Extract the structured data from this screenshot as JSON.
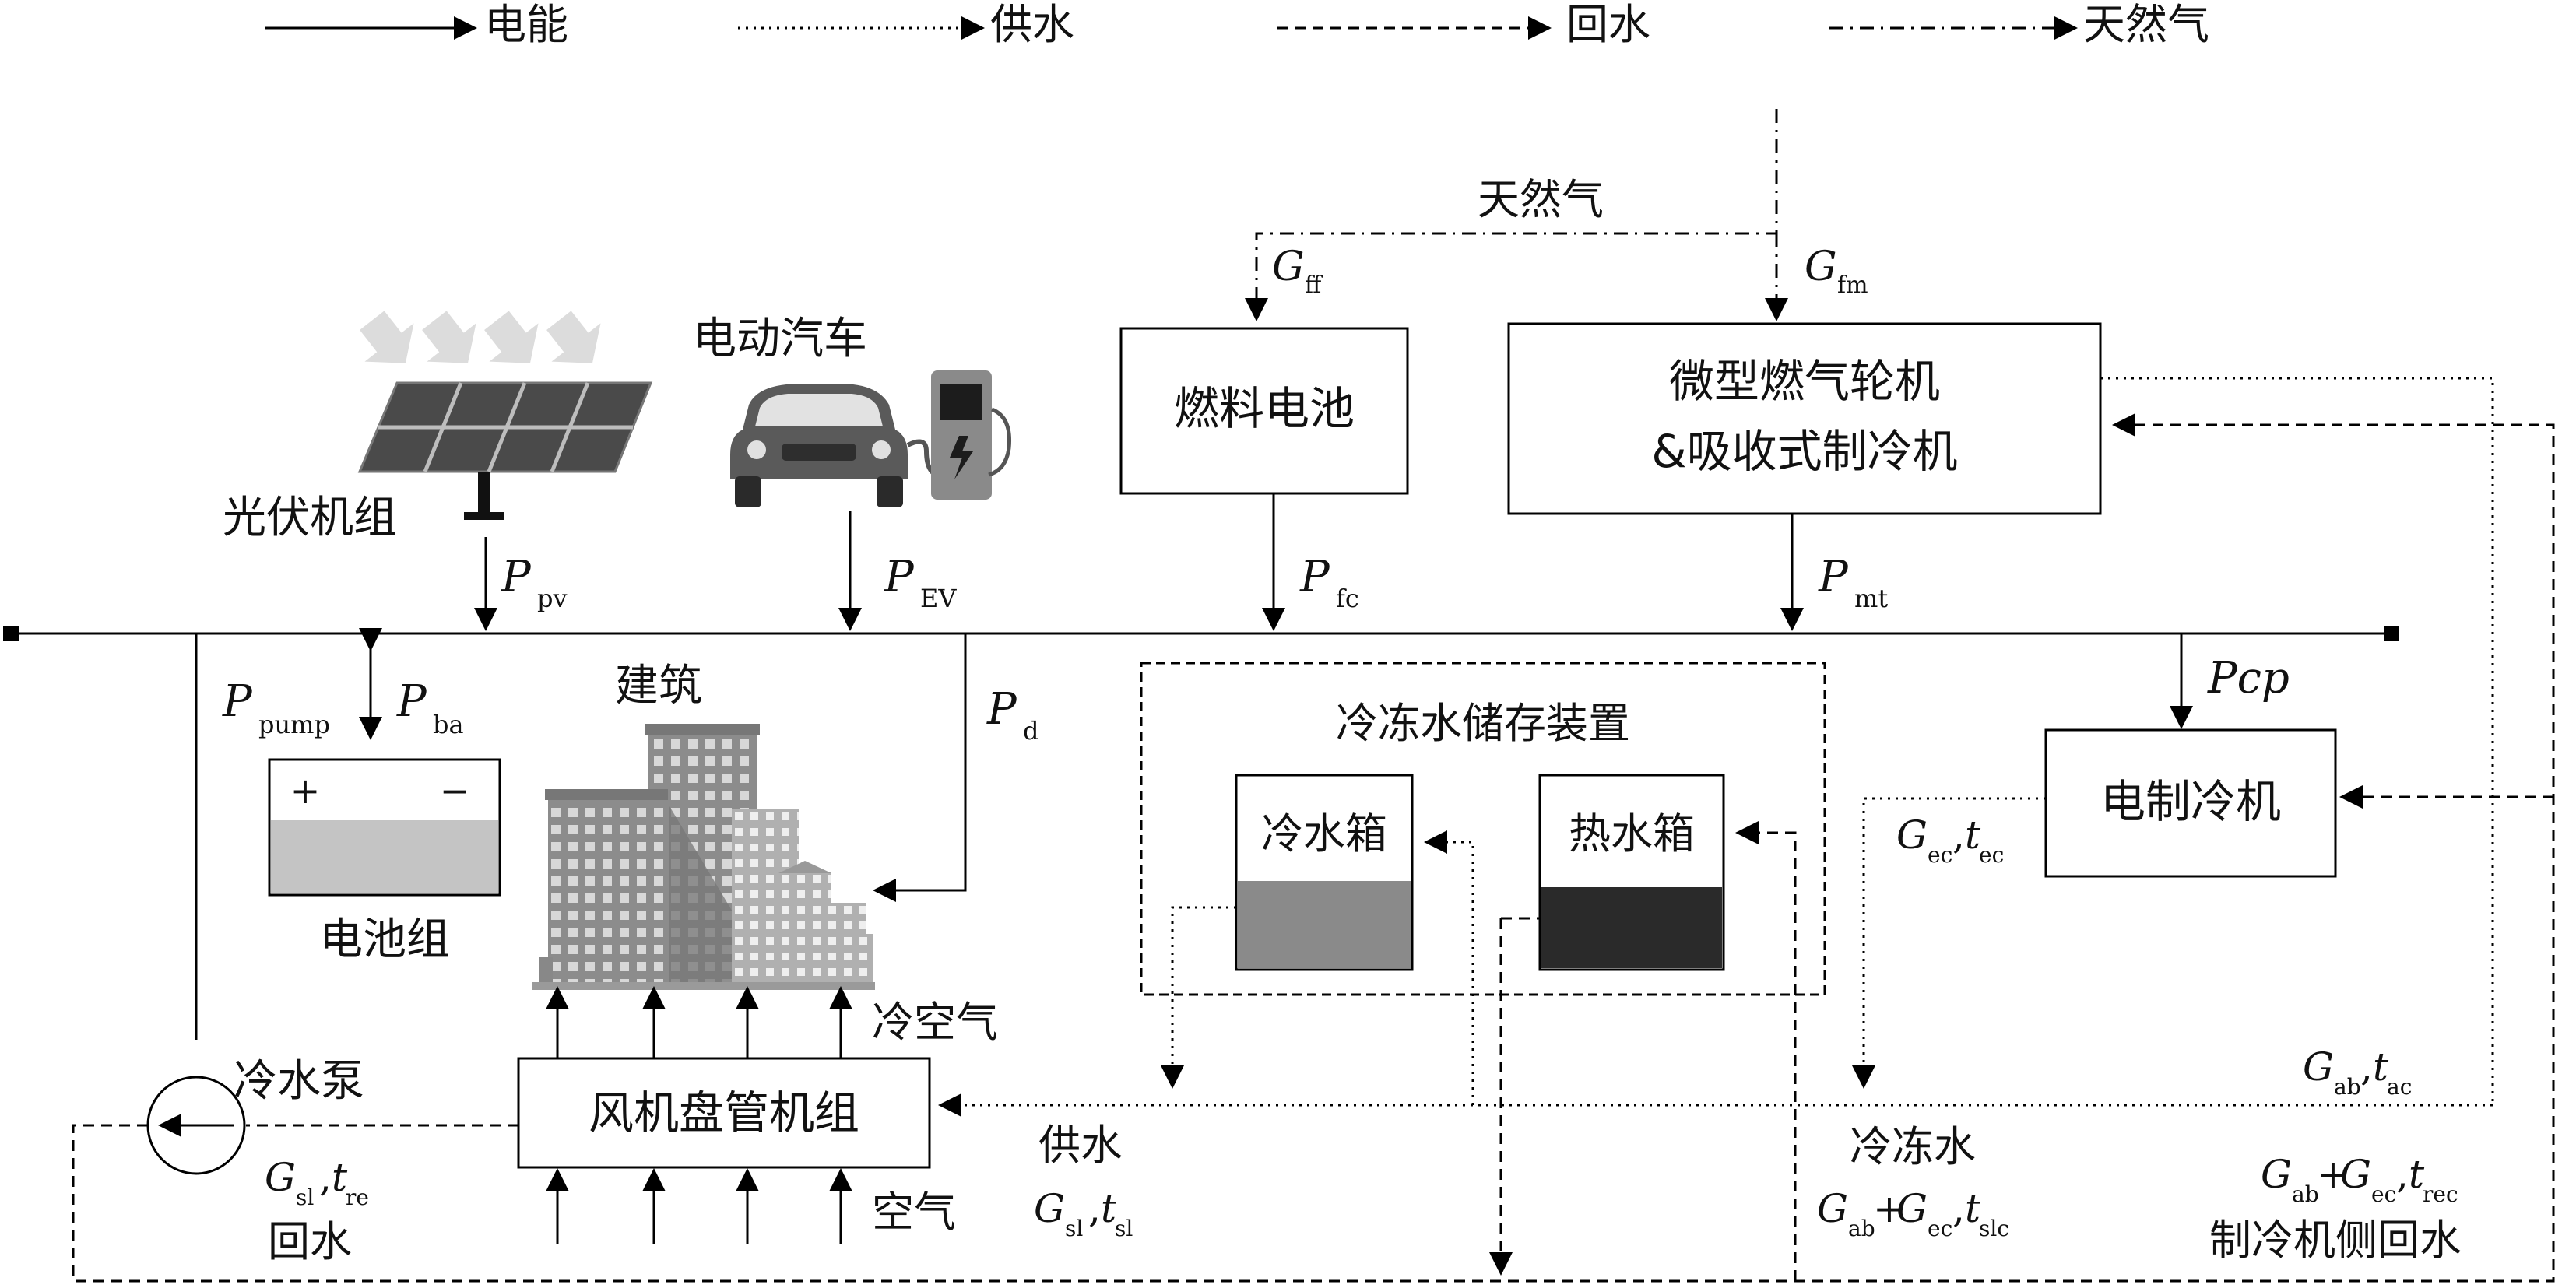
{
  "legend": {
    "electric": "电能",
    "supply_water": "供水",
    "return_water": "回水",
    "natural_gas": "天然气"
  },
  "gas_label": "天然气",
  "symbols": {
    "G": "G",
    "P": "P",
    "t": "t",
    "plus": "+",
    "comma": ",",
    "sub_ff": "ff",
    "sub_fm": "fm",
    "sub_pv": "pv",
    "sub_EV": "EV",
    "sub_fc": "fc",
    "sub_mt": "mt",
    "sub_pump": "pump",
    "sub_ba": "ba",
    "sub_d": "d",
    "sub_ec": "ec",
    "sub_ab": "ab",
    "sub_ac": "ac",
    "sub_rec": "rec",
    "sub_sl": "sl",
    "sub_re": "re",
    "sub_slc": "slc",
    "pcp": "Pcp"
  },
  "components": {
    "pv": "光伏机组",
    "ev": "电动汽车",
    "fuel_cell": "燃料电池",
    "microturbine_line1": "微型燃气轮机",
    "microturbine_line2": "&吸收式制冷机",
    "building": "建筑",
    "battery": "电池组",
    "battery_plus": "+",
    "battery_minus": "−",
    "storage": "冷冻水储存装置",
    "cold_tank": "冷水箱",
    "hot_tank": "热水箱",
    "chiller": "电制冷机",
    "fan_coil": "风机盘管机组",
    "pump": "冷水泵"
  },
  "flows": {
    "cold_air": "冷空气",
    "air": "空气",
    "supply_water": "供水",
    "return_water": "回水",
    "chilled_water": "冷冻水",
    "chiller_return": "制冷机侧回水"
  },
  "colors": {
    "line": "#000000",
    "cold_fill": "#8a8a8a",
    "hot_fill": "#2a2a2a",
    "battery_fill": "#c4c4c4"
  }
}
